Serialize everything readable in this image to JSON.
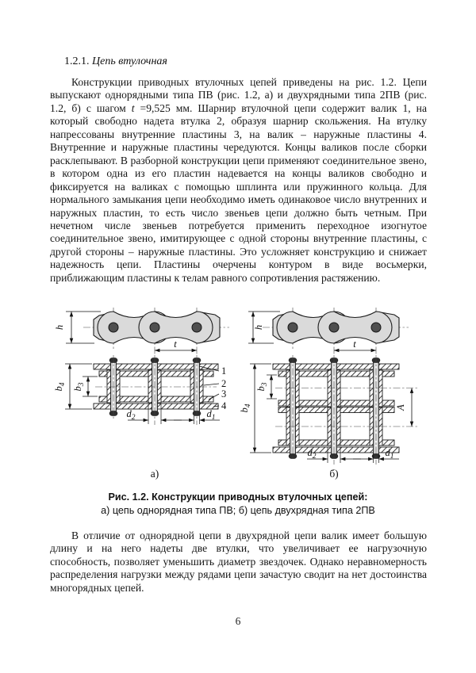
{
  "page": {
    "number": "6"
  },
  "heading": {
    "number": "1.2.1.",
    "title": "Цепь втулочная"
  },
  "paragraph1": {
    "seg1": "Конструкции приводных втулочных цепей приведены на рис. 1.2. Цепи выпускают однорядными типа ПВ (рис. 1.2, а) и двухрядными типа 2ПВ (рис. 1.2, б) с шагом ",
    "t_symbol": "t",
    "seg2": " =9,525 мм. Шарнир втулочной цепи содержит валик 1, на который свободно надета втулка 2, образуя шарнир скольжения. На втулку напрессованы внутренние пластины 3, на валик – наружные пластины 4. Внутренние и наружные пластины чередуются. Концы валиков после сборки расклепывают. В разборной конструкции цепи применяют соединительное звено, в котором одна из его пластин надевается на концы валиков свободно и фиксируется на валиках с помощью шплинта или пружинного кольца. Для нормального замыкания цепи необходимо иметь одинаковое число внутренних и наружных пластин, то есть число звеньев цепи должно быть четным. При нечетном числе звеньев потребуется применить переходное изогнутое соединительное звено, имитирующее с одной стороны внутренние пластины, с другой стороны – наружные пластины. Это усложняет конструкцию и снижает надежность цепи. Пластины очерчены контуром в виде восьмерки, приближающим пластины к телам равного сопротивления растяжению."
  },
  "paragraph2": "В отличие от однорядной цепи в двухрядной цепи валик имеет большую длину и на него надеты две втулки, что увеличивает ее нагрузочную способность, позволяет уменьшить диаметр звездочек. Однако неравномерность распределения нагрузки между рядами цепи зачастую сводит на нет достоинства многорядных цепей.",
  "figure": {
    "caption_title": "Рис. 1.2. Конструкции приводных втулочных цепей:",
    "caption_sub": "а) цепь однорядная типа ПВ; б) цепь двухрядная типа 2ПВ",
    "labels": {
      "h": "h",
      "t": "t",
      "A": "A",
      "b4": {
        "base": "b",
        "sub": "4"
      },
      "b3": {
        "base": "b",
        "sub": "3"
      },
      "d2": {
        "base": "d",
        "sub": "2"
      },
      "d1": {
        "base": "d",
        "sub": "1"
      },
      "part1": "1",
      "part2": "2",
      "part3": "3",
      "part4": "4",
      "sub_a": "а)",
      "sub_b": "б)"
    }
  }
}
